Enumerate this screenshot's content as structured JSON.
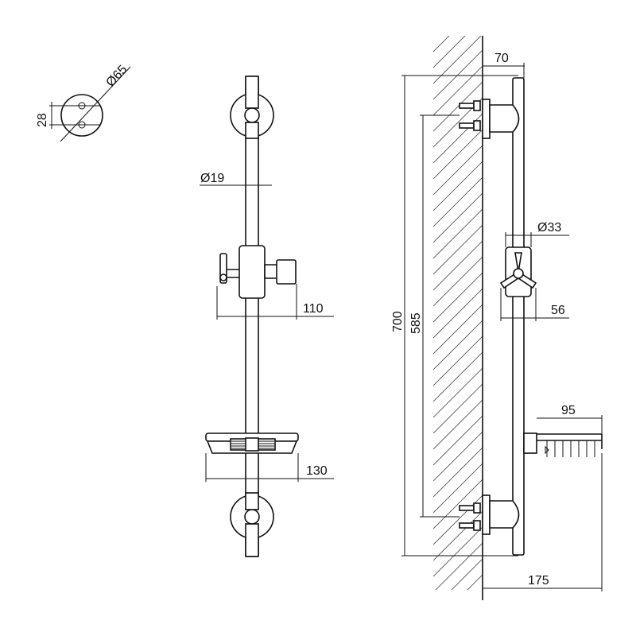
{
  "dimensions": {
    "flange_diameter": "Ø65",
    "hole_spacing": "28",
    "rail_diameter": "Ø19",
    "holder_projection": "110",
    "soap_dish_width": "130",
    "side_width": "70",
    "overall_height": "700",
    "fixing_centers": "585",
    "holder_diameter": "Ø33",
    "holder_depth": "56",
    "dish_depth": "95",
    "overall_projection": "175"
  },
  "colors": {
    "line": "#111111",
    "hatch": "#555555",
    "background": "#ffffff"
  }
}
